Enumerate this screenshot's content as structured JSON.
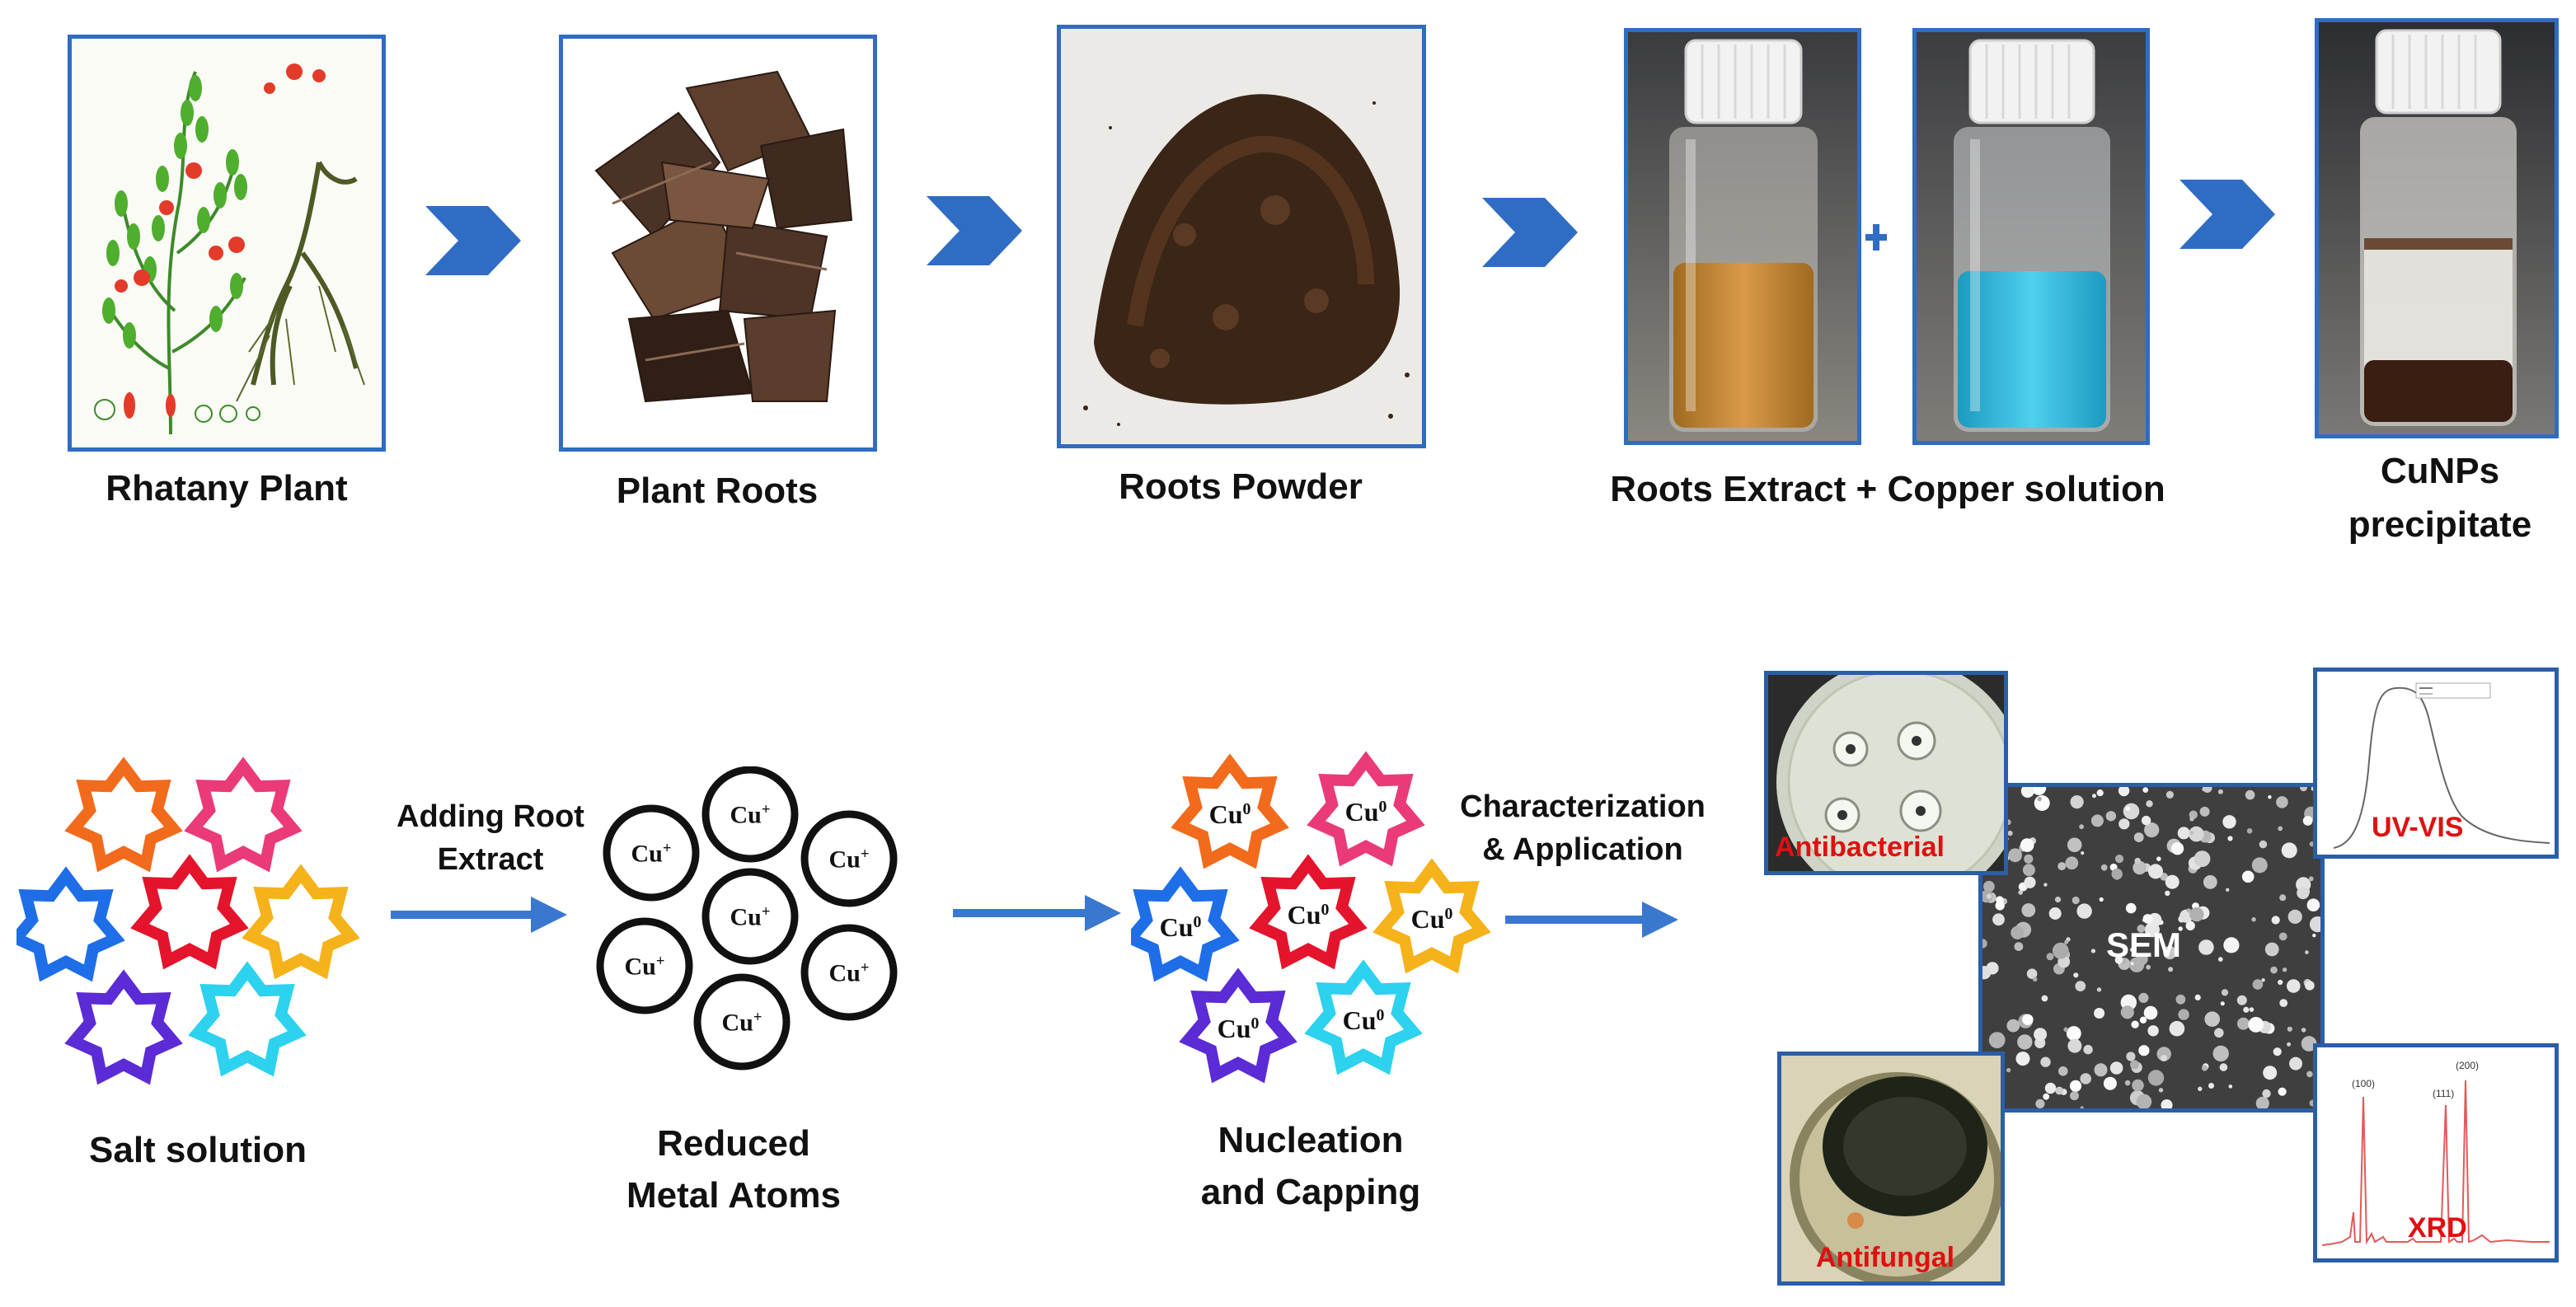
{
  "top_steps": [
    {
      "label": "Rhatany Plant"
    },
    {
      "label": "Plant Roots"
    },
    {
      "label": "Roots Powder"
    },
    {
      "label": "Roots Extract + Copper solution"
    },
    {
      "label_line1": "CuNPs",
      "label_line2": "precipitate"
    }
  ],
  "bottom_steps": {
    "salt": {
      "label": "Salt solution"
    },
    "arrow1": {
      "line1": "Adding Root",
      "line2": "Extract"
    },
    "reduced": {
      "line1": "Reduced",
      "line2": "Metal Atoms",
      "ion_label": "Cu",
      "ion_charge": "+"
    },
    "nucleation": {
      "line1": "Nucleation",
      "line2": "and Capping",
      "atom_label": "Cu",
      "atom_charge": "0"
    },
    "arrow3": {
      "line1": "Characterization",
      "line2": "& Application"
    }
  },
  "characterization": {
    "antibacterial": "Antibacterial",
    "uvvis": "UV-VIS",
    "sem": "SEM",
    "antifungal": "Antifungal",
    "xrd": "XRD",
    "xrd_peaks": [
      "(100)",
      "(111)",
      "(200)"
    ]
  },
  "colors": {
    "frame": "#2f6cc4",
    "chevron": "#2f6cc4",
    "stars": [
      "#f26a1b",
      "#ea3a7a",
      "#1e6ee8",
      "#e3142b",
      "#f6b21a",
      "#5b2bd6",
      "#2cd2ee"
    ]
  }
}
